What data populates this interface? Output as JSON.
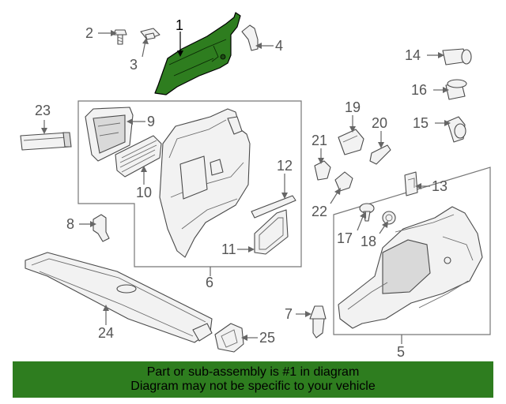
{
  "diagram": {
    "highlighted_part": "1",
    "colors": {
      "highlight": "#2e7d1f",
      "banner": "#2e7d1f",
      "line": "#666666"
    },
    "callouts": {
      "c1": "1",
      "c2": "2",
      "c3": "3",
      "c4": "4",
      "c5": "5",
      "c6": "6",
      "c7": "7",
      "c8": "8",
      "c9": "9",
      "c10": "10",
      "c11": "11",
      "c12": "12",
      "c13": "13",
      "c14": "14",
      "c15": "15",
      "c16": "16",
      "c17": "17",
      "c18": "18",
      "c19": "19",
      "c20": "20",
      "c21": "21",
      "c22": "22",
      "c23": "23",
      "c24": "24",
      "c25": "25"
    }
  },
  "banner": {
    "line1": "Part or sub-assembly is #1 in diagram",
    "line2": "Diagram may not be specific to your vehicle"
  }
}
